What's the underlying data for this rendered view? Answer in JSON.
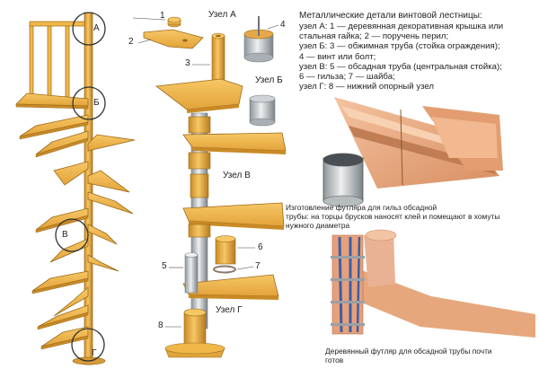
{
  "title": "Металлические детали винтовой лестницы:",
  "legend": [
    "узел А: 1 — деревянная декоративная крышка или",
    "стальная гайка; 2 — поручень перил;",
    "узел Б: 3 — обжимная труба (стойка ограждения);",
    "4 — винт или болт;",
    "узел В: 5 — обсадная труба (центральная стойка);",
    "6 — гильза; 7 — шайба;",
    "узел Г: 8 — нижний опорный узел"
  ],
  "node_labels": {
    "a": "Узел А",
    "b": "Узел Б",
    "v": "Узел В",
    "g": "Узел Г"
  },
  "circle_letters": {
    "a": "А",
    "b": "Б",
    "v": "В",
    "g": "Г"
  },
  "part_numbers": {
    "n1": "1",
    "n2": "2",
    "n3": "3",
    "n4": "4",
    "n5": "5",
    "n6": "6",
    "n7": "7",
    "n8": "8"
  },
  "caption1": [
    "Изготовление футляра для гильз обсадной",
    "трубы: на торцы брусков наносят клей и помещают в хомуты",
    "нужного диаметра"
  ],
  "caption2": [
    "Деревянный футляр для обсадной трубы почти",
    "готов"
  ],
  "colors": {
    "wood": "#f0b849",
    "wood_dark": "#c98a26",
    "wood_edge": "#9a6a1a",
    "metal": "#cfd3d6",
    "metal_dark": "#8d9499",
    "photo_wood": "#e8a878",
    "photo_bg": "#fbe6d6",
    "circle": "#333333"
  }
}
